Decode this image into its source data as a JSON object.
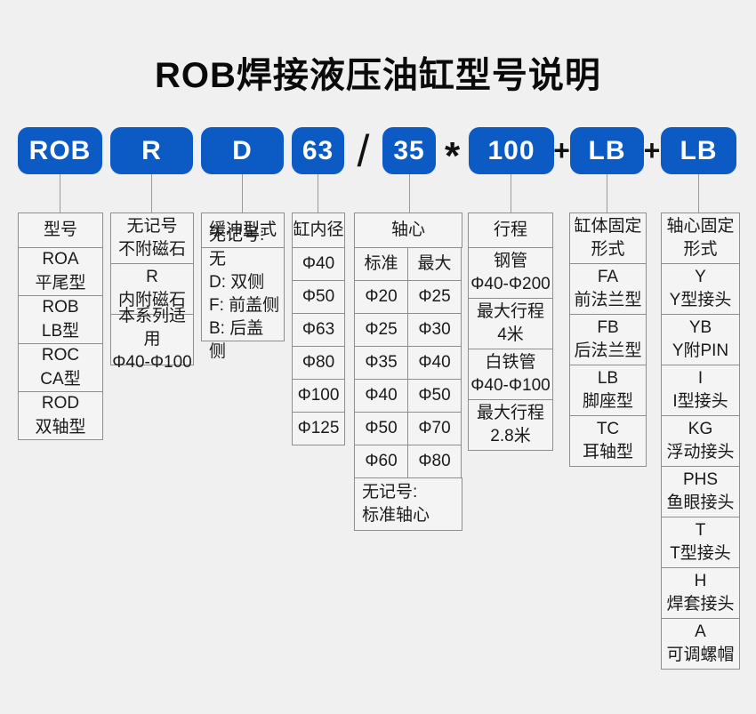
{
  "title": "ROB焊接液压油缸型号说明",
  "colors": {
    "accent_blue": "#0c5ac4",
    "background": "#f0f0f0",
    "box_border": "#8e8e8e",
    "ink": "#1a1a1a"
  },
  "code": {
    "segments": [
      "ROB",
      "R",
      "D",
      "63",
      "35",
      "100",
      "LB",
      "LB"
    ],
    "separators": [
      "/",
      "*",
      "+",
      "+"
    ]
  },
  "columns": {
    "model": {
      "header": "型号",
      "items": [
        "ROA\n平尾型",
        "ROB\nLB型",
        "ROC\nCA型",
        "ROD\n双轴型"
      ]
    },
    "magnet": {
      "items": [
        "无记号\n不附磁石",
        "R\n内附磁石",
        "本系列适用\nΦ40-Φ100"
      ]
    },
    "cushion": {
      "header": "缓冲型式",
      "body": "无记号: 无\nD: 双侧\nF: 前盖侧\nB: 后盖侧"
    },
    "bore": {
      "header": "缸内径",
      "items": [
        "Φ40",
        "Φ50",
        "Φ63",
        "Φ80",
        "Φ100",
        "Φ125"
      ]
    },
    "shaft": {
      "header": "轴心",
      "col_headers": [
        "标准",
        "最大"
      ],
      "rows": [
        [
          "Φ20",
          "Φ25"
        ],
        [
          "Φ25",
          "Φ30"
        ],
        [
          "Φ35",
          "Φ40"
        ],
        [
          "Φ40",
          "Φ50"
        ],
        [
          "Φ50",
          "Φ70"
        ],
        [
          "Φ60",
          "Φ80"
        ]
      ],
      "footer": "无记号:\n标准轴心"
    },
    "stroke": {
      "header": "行程",
      "items": [
        "钢管\nΦ40-Φ200",
        "最大行程\n4米",
        "白铁管\nΦ40-Φ100",
        "最大行程\n2.8米"
      ]
    },
    "body_mount": {
      "header": "缸体固定\n形式",
      "items": [
        "FA\n前法兰型",
        "FB\n后法兰型",
        "LB\n脚座型",
        "TC\n耳轴型"
      ]
    },
    "rod_mount": {
      "header": "轴心固定\n形式",
      "items": [
        "Y\nY型接头",
        "YB\nY附PIN",
        "I\nI型接头",
        "KG\n浮动接头",
        "PHS\n鱼眼接头",
        "T\nT型接头",
        "H\n焊套接头",
        "A\n可调螺帽"
      ]
    }
  }
}
